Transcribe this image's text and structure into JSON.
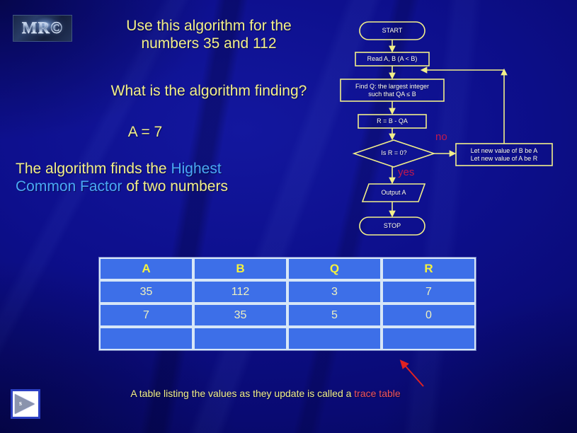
{
  "logo": {
    "text": "MR©"
  },
  "body_text": {
    "prompt": "Use this algorithm for the\nnumbers 35 and 112",
    "question": "What is the algorithm finding?",
    "answer_value": "A = 7",
    "conclusion_pre": "The algorithm finds the ",
    "conclusion_highlight": "Highest\nCommon Factor",
    "conclusion_post": " of two numbers"
  },
  "flowchart": {
    "nodes": {
      "start": "START",
      "read": "Read A, B (A < B)",
      "find_q": "Find Q: the largest integer\nsuch that QA ≤ B",
      "remainder": "R = B - QA",
      "decision": "Is R = 0?",
      "update": "Let new value of B be A\nLet new value of A be R",
      "output": "Output A",
      "stop": "STOP"
    },
    "branches": {
      "no": "no",
      "yes": "yes"
    },
    "colors": {
      "stroke": "#f2ef8a",
      "label_text": "#ffffff",
      "branch": "#c2184e"
    }
  },
  "table": {
    "headers": [
      "A",
      "B",
      "Q",
      "R"
    ],
    "rows": [
      [
        "35",
        "112",
        "3",
        "7"
      ],
      [
        "7",
        "35",
        "5",
        "0"
      ],
      [
        "",
        "",
        "",
        ""
      ]
    ],
    "colors": {
      "cell_bg": "#3d6fe8",
      "header_text": "#f5f23c",
      "value_text": "#eef0c0",
      "border": "#d7e6f7"
    }
  },
  "caption": {
    "pre": "A table listing the values as they update is called a ",
    "highlight": "trace table"
  },
  "nav": {
    "label": "s",
    "icon": "play-triangle-icon"
  },
  "theme": {
    "background": "#0d0f8c",
    "body_text": "#f2ef8a",
    "accent_blue": "#4aa8f5",
    "accent_red": "#f2545b"
  }
}
